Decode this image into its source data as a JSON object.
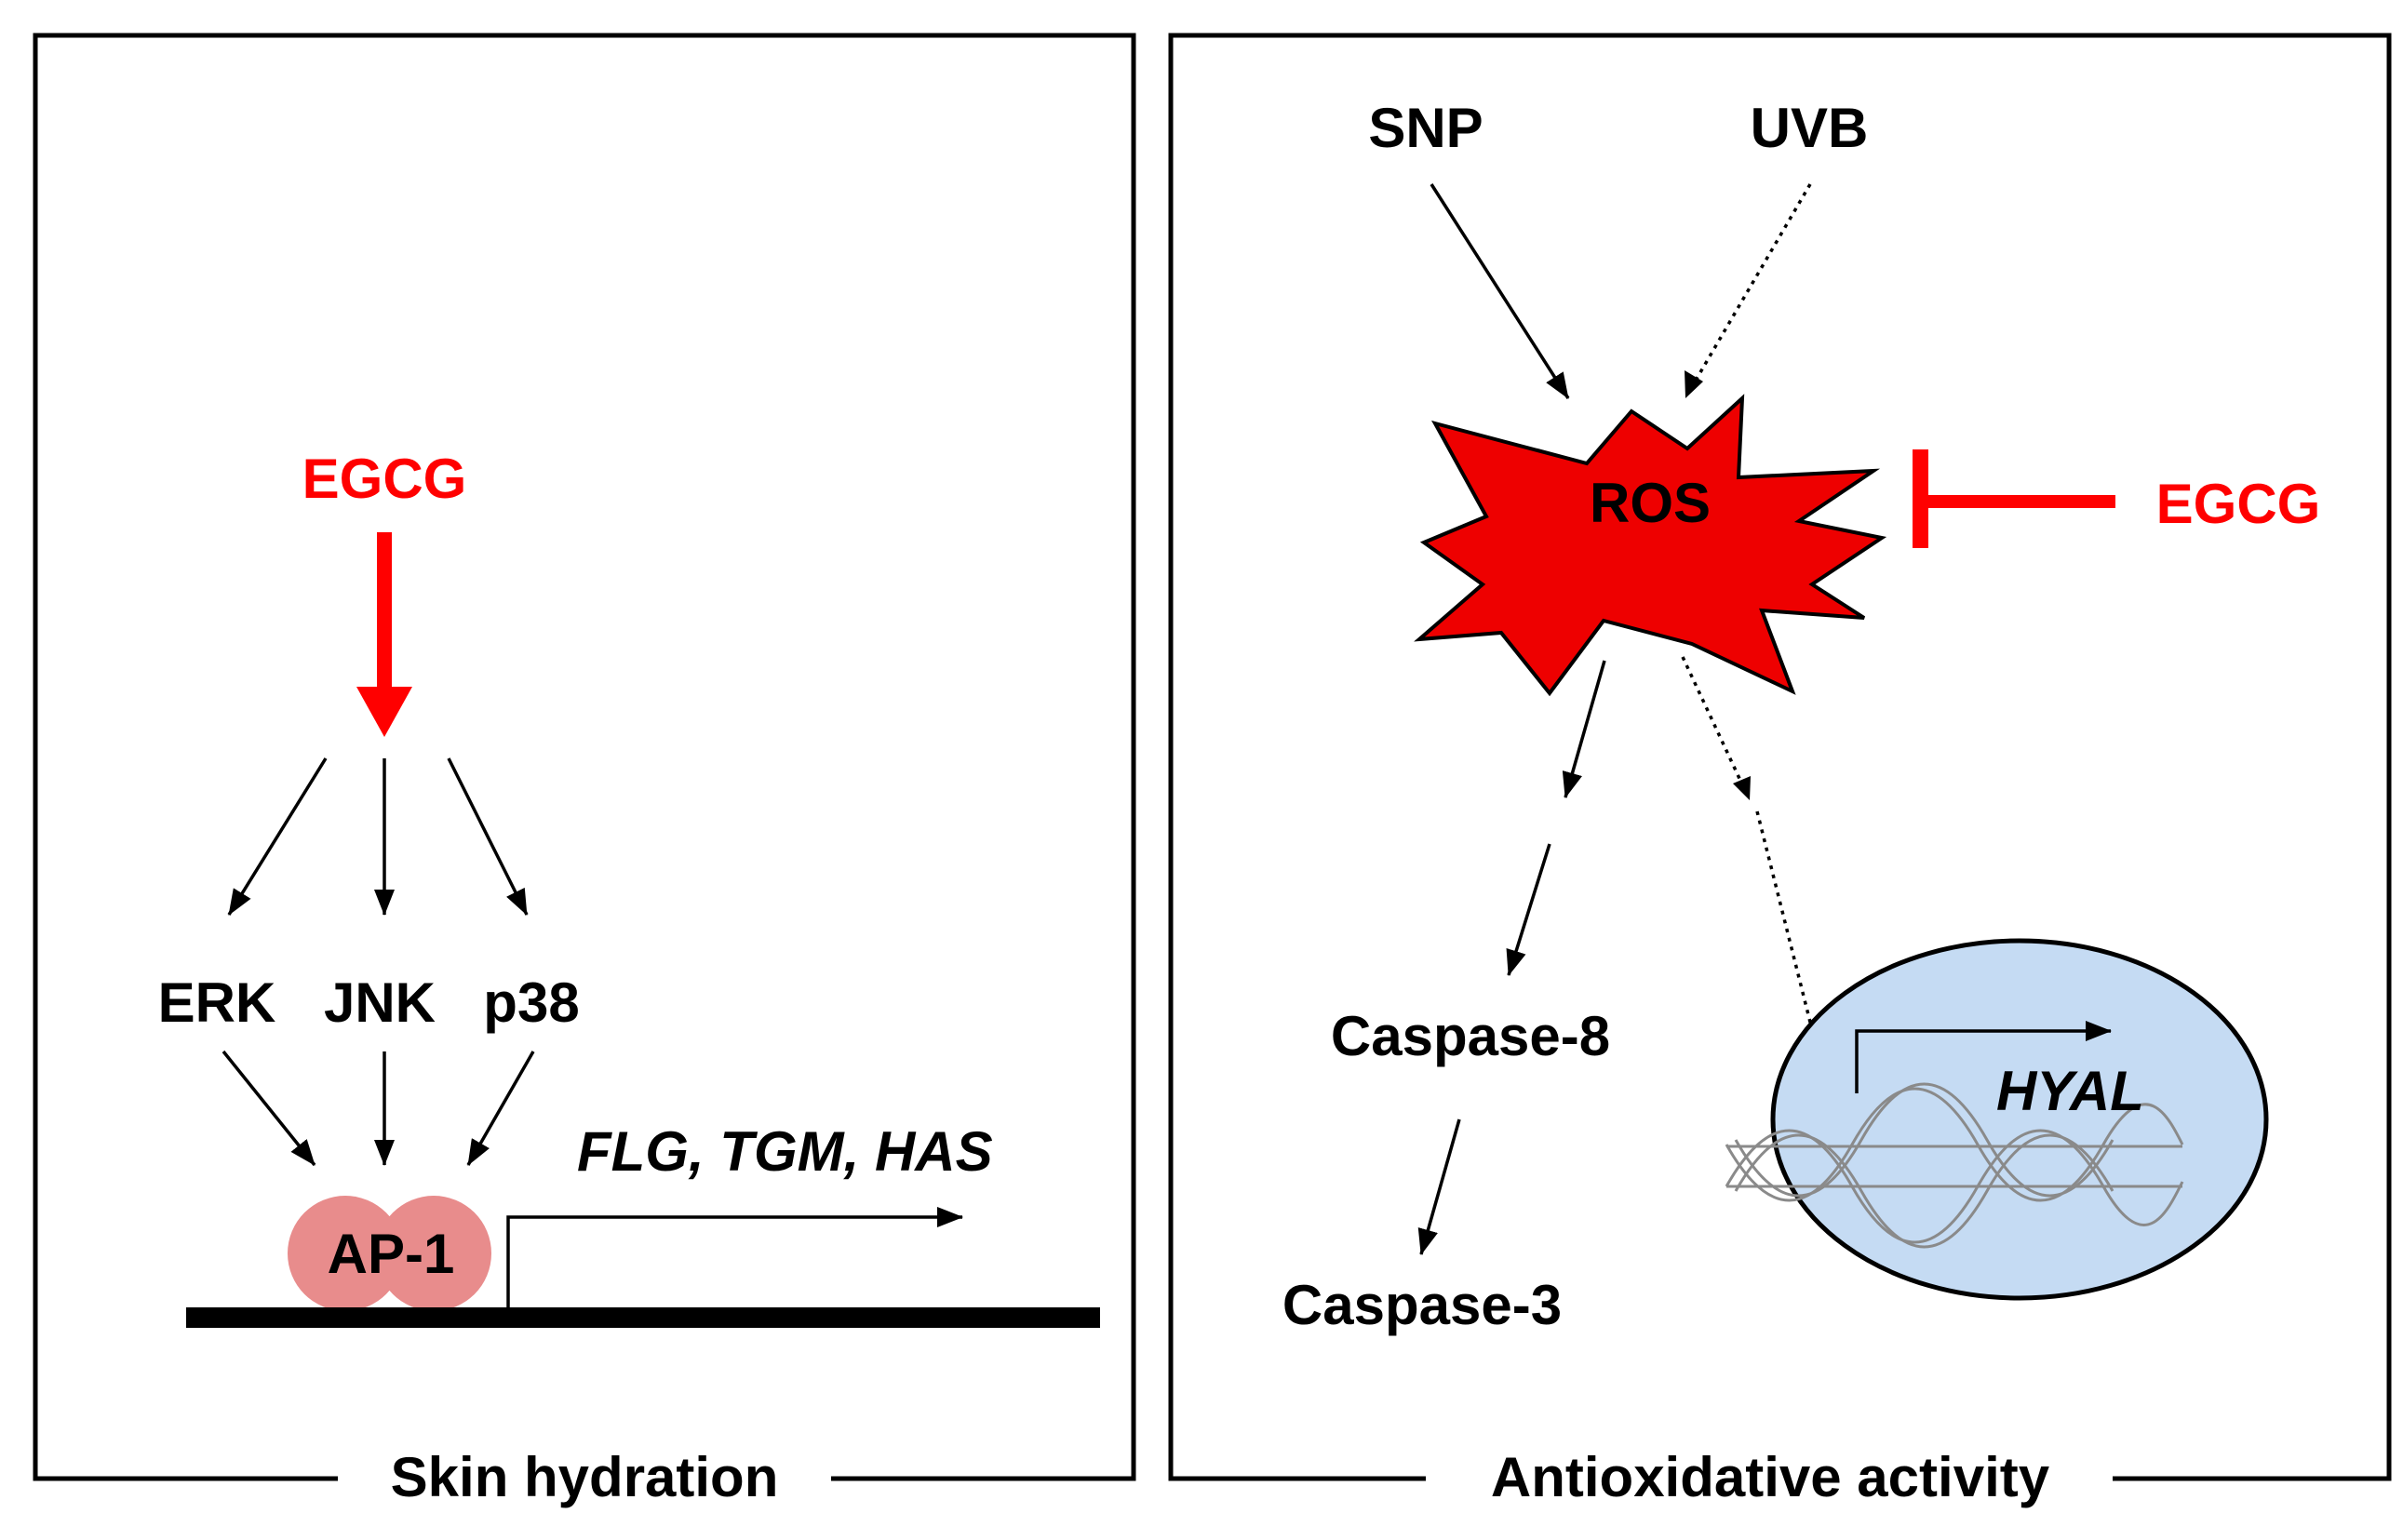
{
  "colors": {
    "egcg_red": "#ff0000",
    "ros_fill": "#ee0000",
    "ap1_fill": "#e88c8c",
    "nucleus_fill": "#c5dbf3",
    "line_black": "#000000"
  },
  "left_panel": {
    "title": "Skin hydration",
    "egcg": "EGCG",
    "kinases": [
      "ERK",
      "JNK",
      "p38"
    ],
    "transcription_factor": "AP-1",
    "target_genes": "FLG, TGM, HAS"
  },
  "right_panel": {
    "title": "Antioxidative activity",
    "stimuli": [
      "SNP",
      "UVB"
    ],
    "ros": "ROS",
    "egcg": "EGCG",
    "caspases": [
      "Caspase-8",
      "Caspase-3"
    ],
    "gene": "HYAL"
  }
}
